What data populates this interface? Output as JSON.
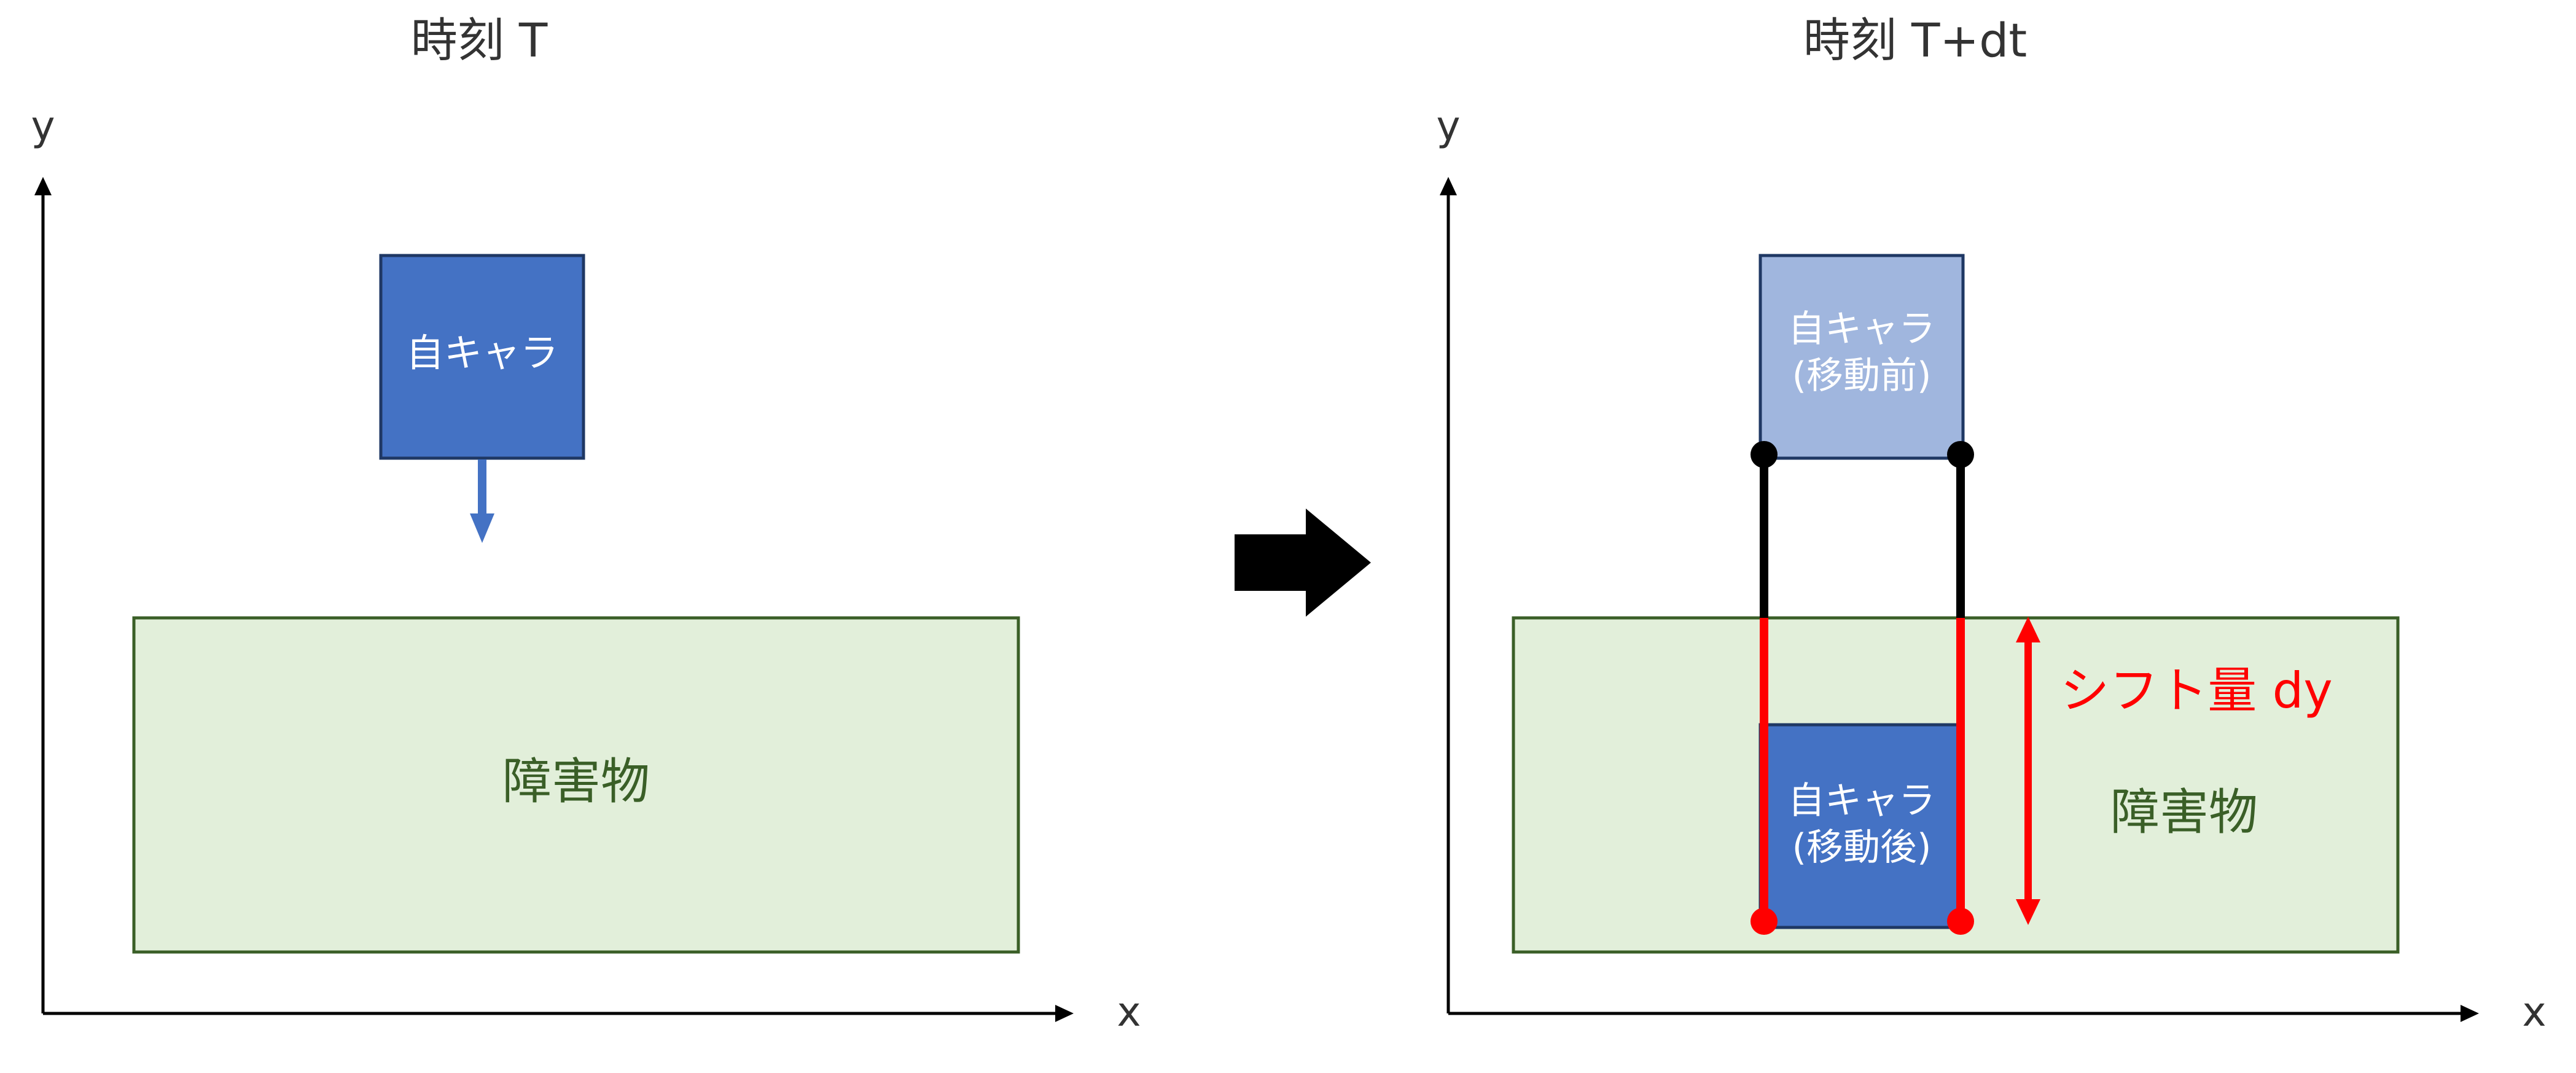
{
  "left_panel": {
    "title": "時刻 T",
    "axis_y": "y",
    "axis_x": "x",
    "player_label": "自キャラ",
    "obstacle_label": "障害物"
  },
  "right_panel": {
    "title": "時刻 T+dt",
    "axis_y": "y",
    "axis_x": "x",
    "player_before_line1": "自キャラ",
    "player_before_line2": "(移動前)",
    "player_after_line1": "自キャラ",
    "player_after_line2": "(移動後)",
    "obstacle_label": "障害物",
    "shift_label": "シフト量 dy"
  },
  "colors": {
    "player": "#4472C4",
    "player_faded": "#A0B6DE",
    "player_border": "#1F3864",
    "obstacle_fill": "#E2EFDA",
    "obstacle_border": "#3A5F27",
    "obstacle_text": "#3A5F27",
    "shift": "#FF0000",
    "transition_arrow": "#000000"
  }
}
